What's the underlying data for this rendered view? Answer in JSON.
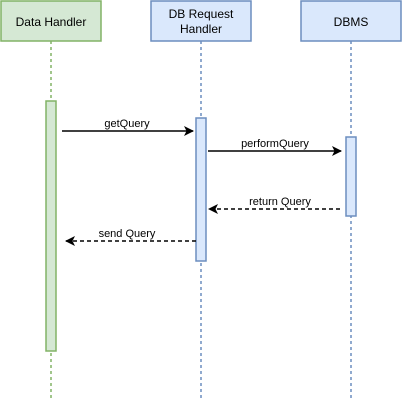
{
  "participants": [
    {
      "id": "data-handler",
      "label_lines": [
        "Data Handler"
      ],
      "fill": "#d5e8d4",
      "stroke": "#82b366"
    },
    {
      "id": "db-request-handler",
      "label_lines": [
        "DB Request",
        "Handler"
      ],
      "fill": "#dae8fc",
      "stroke": "#6c8ebf"
    },
    {
      "id": "dbms",
      "label_lines": [
        "DBMS"
      ],
      "fill": "#dae8fc",
      "stroke": "#6c8ebf"
    }
  ],
  "lifeline_color": "#6c8ebf",
  "messages": [
    {
      "id": "getquery",
      "label": "getQuery",
      "from": "data-handler",
      "to": "db-request-handler",
      "style": "solid"
    },
    {
      "id": "performquery",
      "label": "performQuery",
      "from": "db-request-handler",
      "to": "dbms",
      "style": "solid"
    },
    {
      "id": "return-query",
      "label": "return Query",
      "from": "dbms",
      "to": "db-request-handler",
      "style": "dashed"
    },
    {
      "id": "send-query",
      "label": "send Query",
      "from": "db-request-handler",
      "to": "data-handler",
      "style": "dashed"
    }
  ]
}
